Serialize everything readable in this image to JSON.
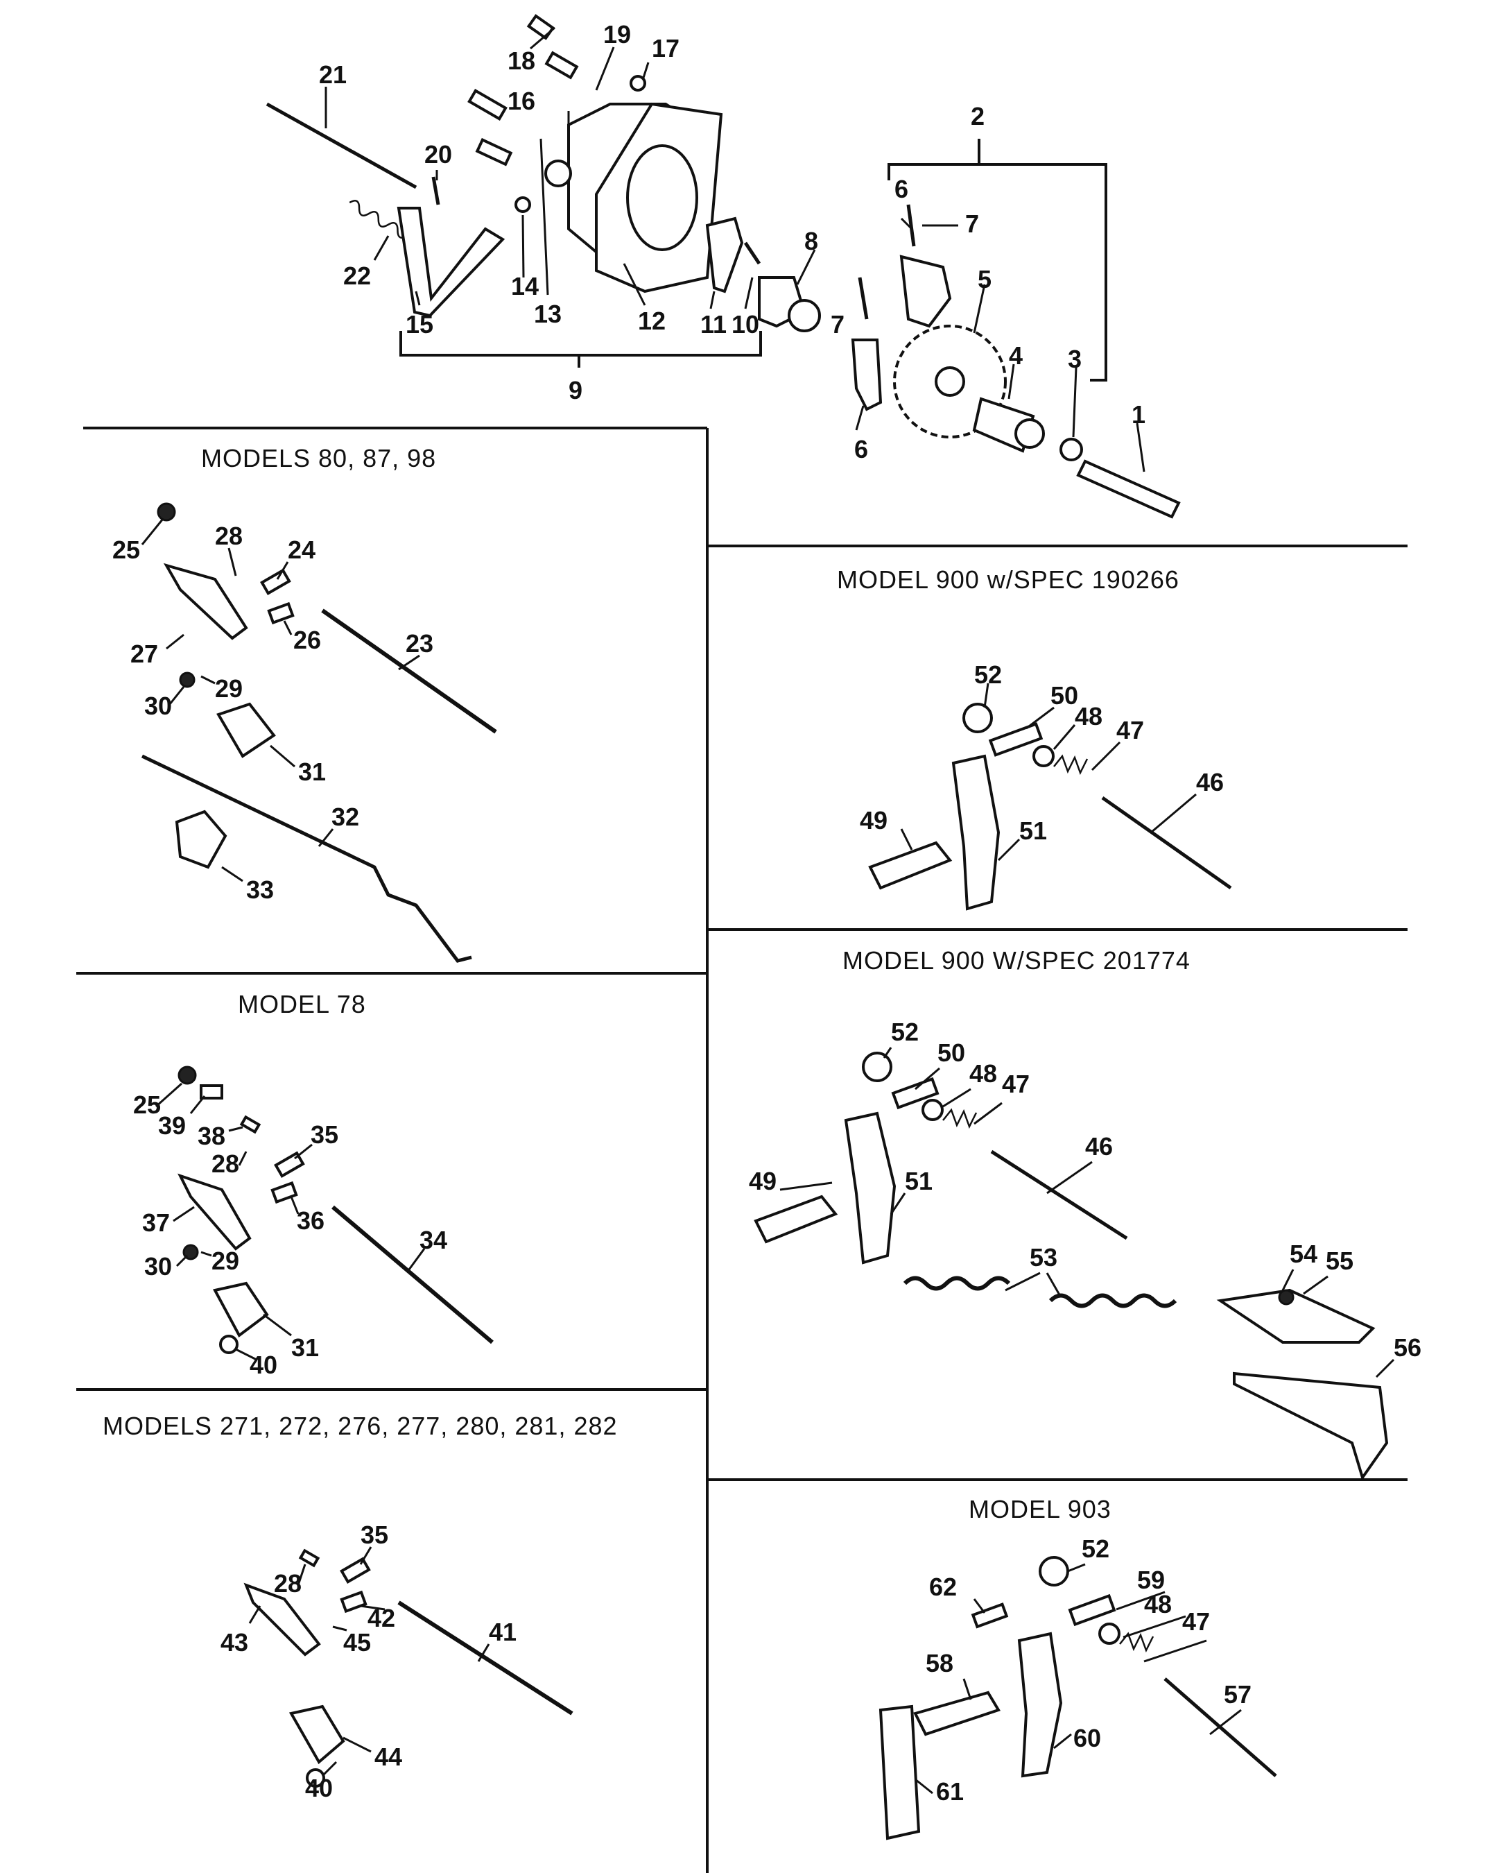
{
  "sections": {
    "models_80_87_98": "MODELS 80, 87, 98",
    "model_900_spec_190266": "MODEL 900 w/SPEC 190266",
    "model_900_spec_201774": "MODEL 900 W/SPEC 201774",
    "model_78": "MODEL 78",
    "models_271_282": "MODELS 271, 272, 276, 277, 280, 281, 282",
    "model_903": "MODEL 903"
  },
  "callouts": {
    "top": [
      "1",
      "2",
      "3",
      "4",
      "5",
      "6",
      "6",
      "7",
      "7",
      "8",
      "9",
      "10",
      "11",
      "12",
      "13",
      "14",
      "15",
      "16",
      "17",
      "18",
      "19",
      "20",
      "21",
      "22"
    ],
    "m80": [
      "23",
      "24",
      "25",
      "26",
      "27",
      "28",
      "29",
      "30",
      "31",
      "32",
      "33"
    ],
    "m900a": [
      "46",
      "47",
      "48",
      "49",
      "50",
      "51",
      "52"
    ],
    "m78": [
      "25",
      "28",
      "29",
      "30",
      "31",
      "34",
      "35",
      "36",
      "37",
      "38",
      "39",
      "40"
    ],
    "m900b": [
      "46",
      "47",
      "48",
      "49",
      "50",
      "51",
      "52",
      "53",
      "53",
      "54",
      "55",
      "56"
    ],
    "m271": [
      "28",
      "35",
      "40",
      "41",
      "42",
      "43",
      "44",
      "45"
    ],
    "m903": [
      "47",
      "48",
      "52",
      "57",
      "58",
      "59",
      "60",
      "61",
      "62"
    ]
  }
}
